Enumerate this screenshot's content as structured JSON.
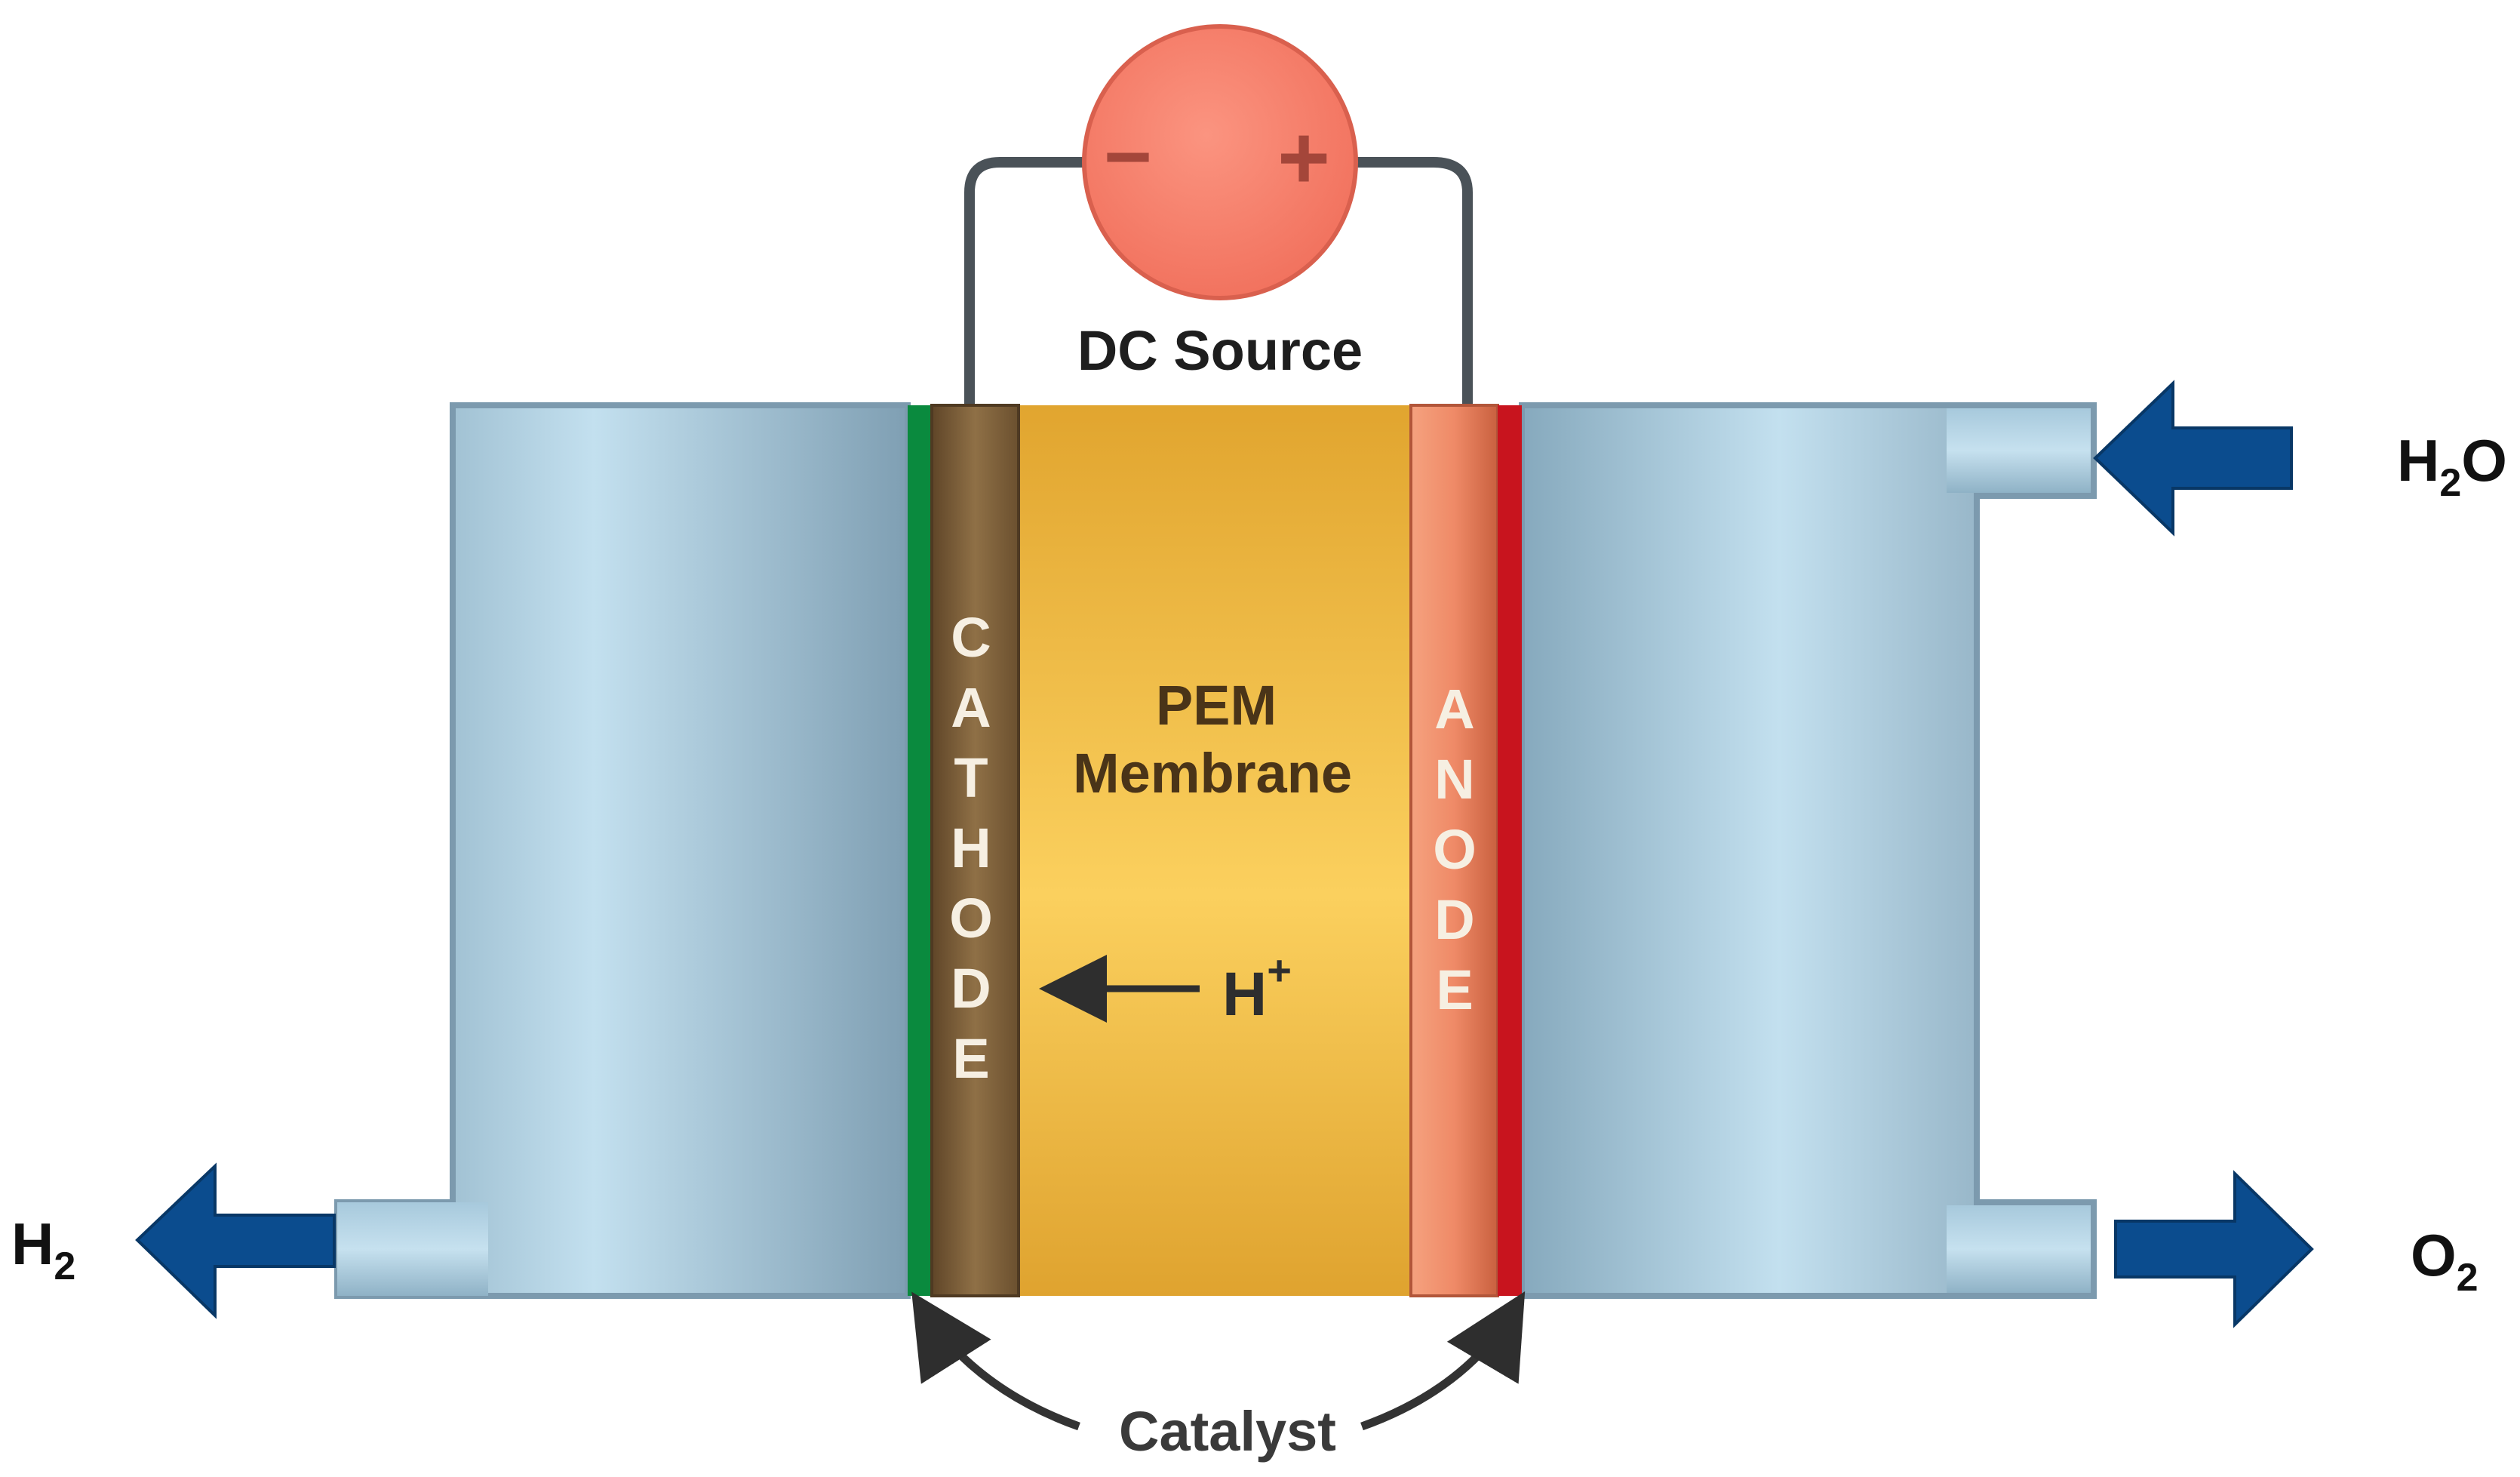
{
  "labels": {
    "dc_source": "DC Source",
    "minus": "−",
    "plus": "+",
    "pem_line1": "PEM",
    "pem_line2": "Membrane",
    "cathode": "CATHODE",
    "anode": "ANODE",
    "proton_base": "H",
    "proton_sup": "+",
    "catalyst": "Catalyst",
    "h2o_base": "H",
    "h2o_sub": "2",
    "h2o_tail": "O",
    "h2_base": "H",
    "h2_sub": "2",
    "o2_base": "O",
    "o2_sub": "2"
  },
  "colors": {
    "chamber_blue": "#9fc4d9",
    "arrow_blue": "#0b4c8e",
    "membrane_yellow": "#eab53c",
    "cathode_brown": "#7a5c3a",
    "anode_salmon": "#ee8a6a",
    "cathode_catalyst_green": "#0a8a3e",
    "anode_catalyst_red": "#c8141e",
    "dc_source_fill": "#f98471",
    "wire": "#4a5258",
    "text_dark": "#2c2c2c"
  }
}
